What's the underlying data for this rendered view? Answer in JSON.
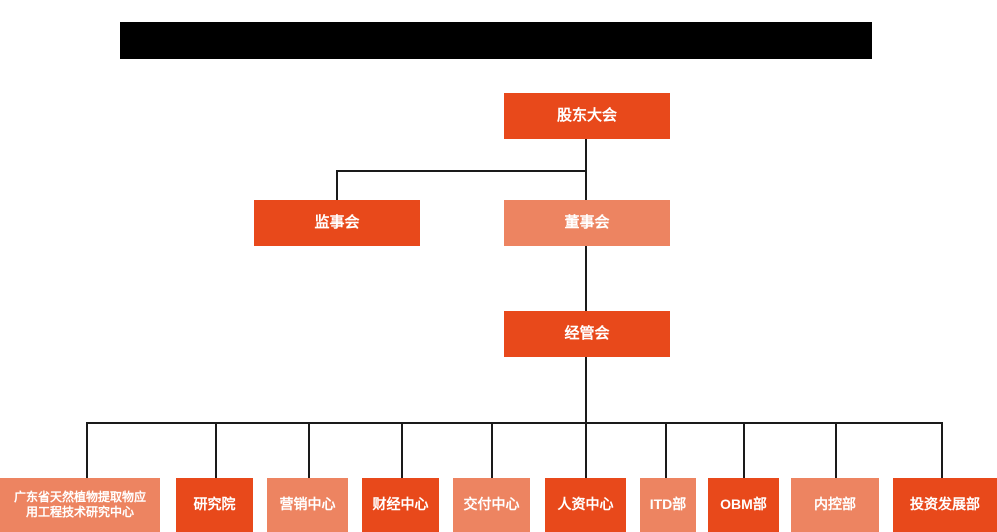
{
  "chart": {
    "type": "org-chart",
    "title_bar": {
      "redacted": true,
      "label": ""
    },
    "colors": {
      "dark_orange": "#E8491B",
      "light_orange": "#ED8461",
      "connector": "#1a1a1a",
      "background": "#FFFFFF",
      "redaction": "#000000"
    },
    "levels": [
      {
        "level": 1,
        "nodes": [
          {
            "id": "shareholders",
            "label": "股东大会",
            "fill": "dark"
          }
        ]
      },
      {
        "level": 2,
        "nodes": [
          {
            "id": "supervisors",
            "label": "监事会",
            "fill": "dark"
          },
          {
            "id": "directors",
            "label": "董事会",
            "fill": "light"
          }
        ]
      },
      {
        "level": 3,
        "nodes": [
          {
            "id": "management",
            "label": "经管会",
            "fill": "dark"
          }
        ]
      },
      {
        "level": 4,
        "nodes": [
          {
            "id": "dept-0",
            "label": "广东省天然植物提取物应\n用工程技术研究中心",
            "fill": "light"
          },
          {
            "id": "dept-1",
            "label": "研究院",
            "fill": "dark"
          },
          {
            "id": "dept-2",
            "label": "营销中心",
            "fill": "light"
          },
          {
            "id": "dept-3",
            "label": "财经中心",
            "fill": "dark"
          },
          {
            "id": "dept-4",
            "label": "交付中心",
            "fill": "light"
          },
          {
            "id": "dept-5",
            "label": "人资中心",
            "fill": "dark"
          },
          {
            "id": "dept-6",
            "label": "ITD部",
            "fill": "light"
          },
          {
            "id": "dept-7",
            "label": "OBM部",
            "fill": "dark"
          },
          {
            "id": "dept-8",
            "label": "内控部",
            "fill": "light"
          },
          {
            "id": "dept-9",
            "label": "投资发展部",
            "fill": "dark"
          }
        ]
      }
    ],
    "edges": [
      {
        "from": "shareholders",
        "to": "supervisors"
      },
      {
        "from": "shareholders",
        "to": "directors"
      },
      {
        "from": "directors",
        "to": "management"
      },
      {
        "from": "management",
        "to": "dept-0"
      },
      {
        "from": "management",
        "to": "dept-1"
      },
      {
        "from": "management",
        "to": "dept-2"
      },
      {
        "from": "management",
        "to": "dept-3"
      },
      {
        "from": "management",
        "to": "dept-4"
      },
      {
        "from": "management",
        "to": "dept-5"
      },
      {
        "from": "management",
        "to": "dept-6"
      },
      {
        "from": "management",
        "to": "dept-7"
      },
      {
        "from": "management",
        "to": "dept-8"
      },
      {
        "from": "management",
        "to": "dept-9"
      }
    ]
  }
}
